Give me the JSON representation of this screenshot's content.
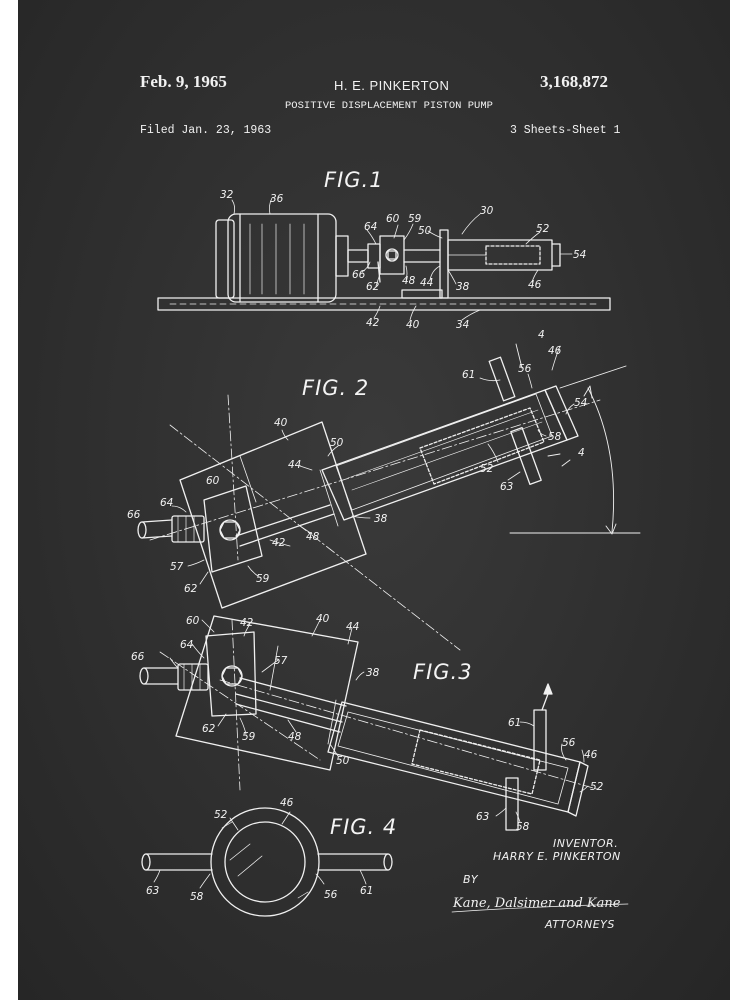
{
  "header": {
    "date": "Feb. 9, 1965",
    "inventor": "H. E. PINKERTON",
    "patent_number": "3,168,872",
    "title": "POSITIVE DISPLACEMENT PISTON PUMP",
    "filed": "Filed Jan. 23, 1963",
    "sheet": "3 Sheets-Sheet 1"
  },
  "figures": {
    "fig1": "FIG.1",
    "fig2": "FIG. 2",
    "fig3": "FIG.3",
    "fig4": "FIG. 4"
  },
  "reference_numerals": {
    "fig1": [
      "32",
      "36",
      "64",
      "60",
      "59",
      "30",
      "50",
      "52",
      "54",
      "66",
      "62",
      "48",
      "44",
      "38",
      "46",
      "42",
      "40",
      "34"
    ],
    "fig2": [
      "4",
      "46",
      "61",
      "56",
      "54",
      "40",
      "50",
      "44",
      "58",
      "4",
      "52",
      "63",
      "60",
      "64",
      "66",
      "38",
      "48",
      "42",
      "57",
      "62",
      "59"
    ],
    "fig3": [
      "60",
      "42",
      "40",
      "44",
      "64",
      "66",
      "57",
      "38",
      "62",
      "59",
      "48",
      "50",
      "61",
      "56",
      "46",
      "52",
      "63",
      "58"
    ],
    "fig4": [
      "52",
      "46",
      "63",
      "58",
      "56",
      "61"
    ]
  },
  "signature": {
    "inventor_label": "INVENTOR.",
    "inventor_name": "HARRY E. PINKERTON",
    "by": "BY",
    "attorneys_signature": "Kane, Dalsimer and Kane",
    "attorneys_label": "ATTORNEYS"
  },
  "colors": {
    "chalkboard": "#2f2f2f",
    "chalk": "#f2f2f2",
    "page": "#ffffff"
  }
}
